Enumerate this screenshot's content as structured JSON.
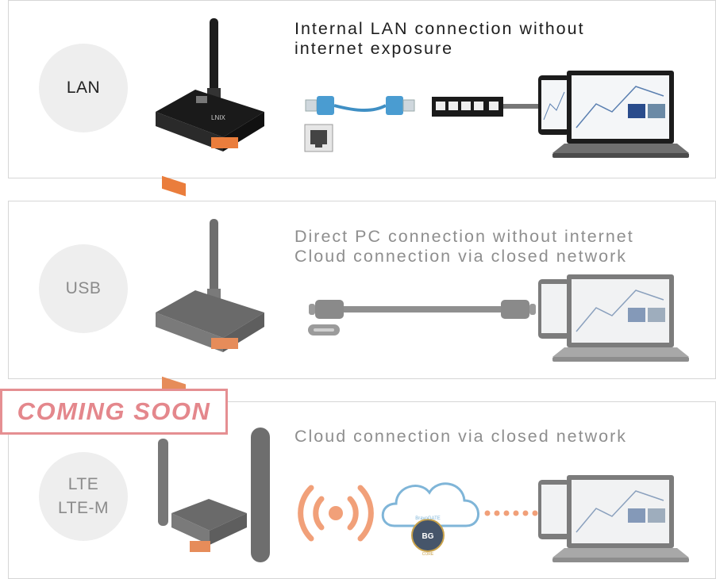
{
  "panels": {
    "lan": {
      "badge": [
        "LAN"
      ],
      "heading": [
        "Internal LAN connection without",
        "internet exposure"
      ]
    },
    "usb": {
      "badge": [
        "USB"
      ],
      "heading": [
        "Direct PC connection without internet",
        "Cloud connection via closed network"
      ]
    },
    "lte": {
      "badge": [
        "LTE",
        "LTE-M"
      ],
      "heading": [
        "Cloud connection via closed network"
      ]
    }
  },
  "coming_soon": "COMING SOON",
  "cloud_logo": {
    "line1": "BravoGATE",
    "line2": "CORE"
  },
  "colors": {
    "accent_orange": "#ea7d3c",
    "coming_soon_red": "#e4878c",
    "lan_cable_blue": "#3f8fc4",
    "cloud_outline": "#7fb5d8",
    "signal_orange": "#f1a079",
    "panel_border": "#d6d6d6"
  },
  "icons": [
    "rj45-connector-icon",
    "ethernet-port-icon",
    "ethernet-switch-icon",
    "usb-c-connector-icon",
    "wireless-signal-icon",
    "cloud-icon",
    "laptop-icon",
    "tablet-icon",
    "antenna-icon"
  ]
}
